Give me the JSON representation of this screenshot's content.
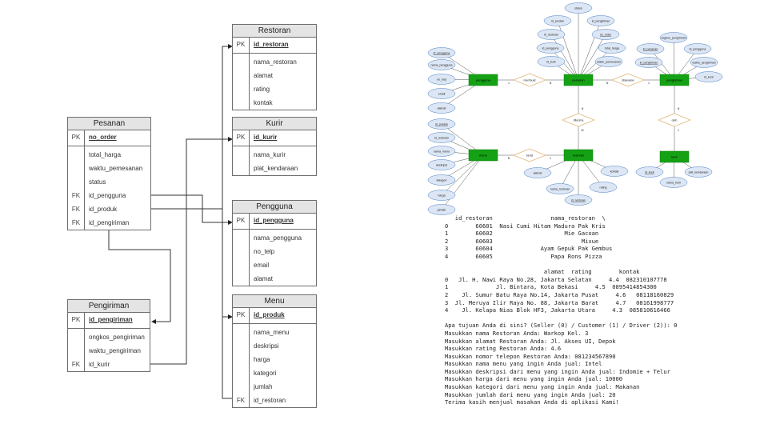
{
  "schema": {
    "tables": [
      {
        "id": "restoran",
        "title": "Restoran",
        "fields": [
          {
            "key": "PK",
            "name": "id_restoran",
            "pk": true
          },
          {
            "key": "",
            "name": "nama_restoran"
          },
          {
            "key": "",
            "name": "alamat"
          },
          {
            "key": "",
            "name": "rating"
          },
          {
            "key": "",
            "name": "kontak"
          }
        ]
      },
      {
        "id": "kurir",
        "title": "Kurir",
        "fields": [
          {
            "key": "PK",
            "name": "id_kurir",
            "pk": true
          },
          {
            "key": "",
            "name": "nama_kurir"
          },
          {
            "key": "",
            "name": "plat_kendaraan"
          }
        ]
      },
      {
        "id": "pesanan",
        "title": "Pesanan",
        "fields": [
          {
            "key": "PK",
            "name": "no_order",
            "pk": true
          },
          {
            "key": "",
            "name": "total_harga"
          },
          {
            "key": "",
            "name": "waktu_pemesanan"
          },
          {
            "key": "",
            "name": "status"
          },
          {
            "key": "FK",
            "name": "id_pengguna"
          },
          {
            "key": "FK",
            "name": "id_produk"
          },
          {
            "key": "FK",
            "name": "id_pengiriman"
          }
        ]
      },
      {
        "id": "pengguna",
        "title": "Pengguna",
        "fields": [
          {
            "key": "PK",
            "name": "id_pengguna",
            "pk": true
          },
          {
            "key": "",
            "name": "nama_pengguna"
          },
          {
            "key": "",
            "name": "no_telp"
          },
          {
            "key": "",
            "name": "email"
          },
          {
            "key": "",
            "name": "alamat"
          }
        ]
      },
      {
        "id": "pengiriman",
        "title": "Pengiriman",
        "fields": [
          {
            "key": "PK",
            "name": "id_pengiriman",
            "pk": true
          },
          {
            "key": "",
            "name": "ongkos_pengiriman"
          },
          {
            "key": "",
            "name": "waktu_pengiriman"
          },
          {
            "key": "FK",
            "name": "id_kurir"
          }
        ]
      },
      {
        "id": "menu",
        "title": "Menu",
        "fields": [
          {
            "key": "PK",
            "name": "id_produk",
            "pk": true
          },
          {
            "key": "",
            "name": "nama_menu"
          },
          {
            "key": "",
            "name": "deskripsi"
          },
          {
            "key": "",
            "name": "harga"
          },
          {
            "key": "",
            "name": "kategori"
          },
          {
            "key": "",
            "name": "jumlah"
          },
          {
            "key": "FK",
            "name": "id_restoran"
          }
        ]
      }
    ]
  },
  "er": {
    "entities": [
      "pengguna",
      "pesanan",
      "pengiriman",
      "menu",
      "restoran",
      "kurir"
    ],
    "relations": [
      "membuat",
      "diterima",
      "dilakukan",
      "oleh",
      "berisi"
    ],
    "cardinality": {
      "one": "1",
      "many": "N",
      "m": "M"
    },
    "attributes": {
      "pesanan": [
        "status",
        "id_produk",
        "id_pengiriman",
        "id_restoran",
        "no_order",
        "id_pengguna",
        "total_harga",
        "id_kurir",
        "waktu_pemesanan"
      ],
      "pengiriman": [
        "ongkos_pengiriman",
        "id_pesanan",
        "id_pengguna",
        "id_pengiriman",
        "waktu_pengiriman",
        "id_kurir"
      ],
      "pengguna": [
        "id_pengguna",
        "nama_pengguna",
        "no_telp",
        "email",
        "alamat"
      ],
      "menu": [
        "id_produk",
        "id_restoran",
        "nama_menu",
        "deskripsi",
        "kategori",
        "harga",
        "jumlah"
      ],
      "restoran": [
        "alamat",
        "nama_restoran",
        "id_restoran",
        "rating",
        "kontak"
      ],
      "kurir": [
        "id_kurir",
        "nama_kurir",
        "plat_kendaraan"
      ]
    }
  },
  "console": {
    "lines": [
      "   id_restoran                 nama_restoran  \\",
      "0        60601  Nasi Cumi Hitam Madura Pak Kris",
      "1        60602                     Mie Gacoan",
      "2        60603                          Mixue",
      "3        60604              Ayam Gepuk Pak Gembus",
      "4        60605                 Papa Rons Pizza",
      "",
      "                             alamat  rating        kontak",
      "0   Jl. H. Nawi Raya No.28, Jakarta Selatan     4.4  082310107778",
      "1              Jl. Bintara, Kota Bekasi     4.5  0895414854300",
      "2    Jl. Sumur Batu Raya No.14, Jakarta Pusat     4.6   08118160829",
      "3  Jl. Meruya Ilir Raya No. 88, Jakarta Barat     4.7   08161998777",
      "4    Jl. Kelapa Nias Blok HF3, Jakarta Utara     4.3  085810616466",
      "",
      "Apa tujuan Anda di sini? (Seller (0) / Customer (1) / Driver (2)): 0",
      "Masukkan nama Restoran Anda: Warkop Kel. 3",
      "Masukkan alamat Restoran Anda: Jl. Akses UI, Depok",
      "Masukkan rating Restoran Anda: 4.6",
      "Masukkan nomor telepon Restoran Anda: 081234567890",
      "Masukkan nama menu yang ingin Anda jual: Intel",
      "Masukkan deskripsi dari menu yang ingin Anda jual: Indomie + Telur",
      "Masukkan harga dari menu yang ingin Anda jual: 10000",
      "Masukkan kategori dari menu yang ingin Anda jual: Makanan",
      "Masukkan jumlah dari menu yang ingin Anda jual: 20",
      "Terima kasih menjual masakan Anda di aplikasi Kami!"
    ]
  },
  "colors": {
    "entity": "#14a214",
    "attribute": "#dce6f4",
    "attribute_stroke": "#4a7fc4",
    "relation_stroke": "#e0b070",
    "table_header": "#e4e4e4"
  }
}
